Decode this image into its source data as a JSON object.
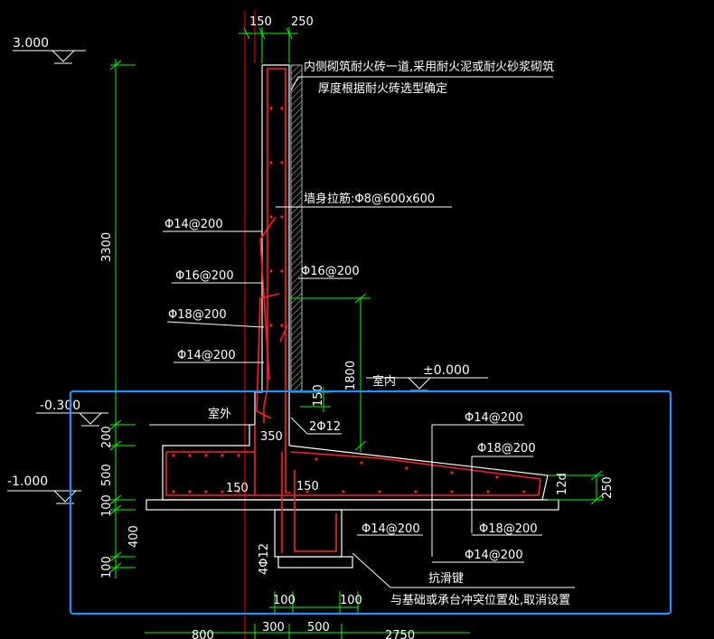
{
  "colors": {
    "background": "#000000",
    "outline": "#ffffff",
    "rebar": "#ff2020",
    "dimension": "#00ff00",
    "centerline": "#ff0000",
    "selection": "#1e90ff",
    "hatch": "#b0b0b0"
  },
  "levels": {
    "top": "3.000",
    "ground_outside": "-0.300",
    "bottom": "-1.000",
    "indoor": "±0.000"
  },
  "notes": {
    "firebrick_line1": "内侧砌筑耐火砖一道,采用耐火泥或耐火砂浆砌筑",
    "firebrick_line2": "厚度根据耐火砖选型确定",
    "wall_distribution": "墙身拉筋:Φ8@600x600",
    "outside": "室外",
    "inside": "室内",
    "shear_key": "抗滑键",
    "shear_key_note": "与基础或承台冲突位置处,取消设置"
  },
  "rebar_labels": {
    "r1": "Φ14@200",
    "r2": "Φ16@200",
    "r3": "Φ16@200",
    "r4": "Φ18@200",
    "r5": "Φ14@200",
    "r6": "2Φ12",
    "r7": "Φ14@200",
    "r8": "Φ18@200",
    "r9": "Φ14@200",
    "r10": "Φ18@200",
    "r11": "Φ14@200",
    "r12": "4Φ12",
    "r13": "12d"
  },
  "dimensions": {
    "top_150": "150",
    "top_250": "250",
    "h_3300": "3300",
    "h_1800": "1800",
    "h_200": "200",
    "h_500": "500",
    "h_100a": "100",
    "h_400": "400",
    "h_100b": "100",
    "wall_150": "150",
    "w_350": "350",
    "base_150a": "150",
    "base_150b": "150",
    "toe_250": "250",
    "key_100a": "100",
    "key_100b": "100",
    "b_800": "800",
    "b_300": "300",
    "b_500": "500",
    "b_2750": "2750"
  }
}
